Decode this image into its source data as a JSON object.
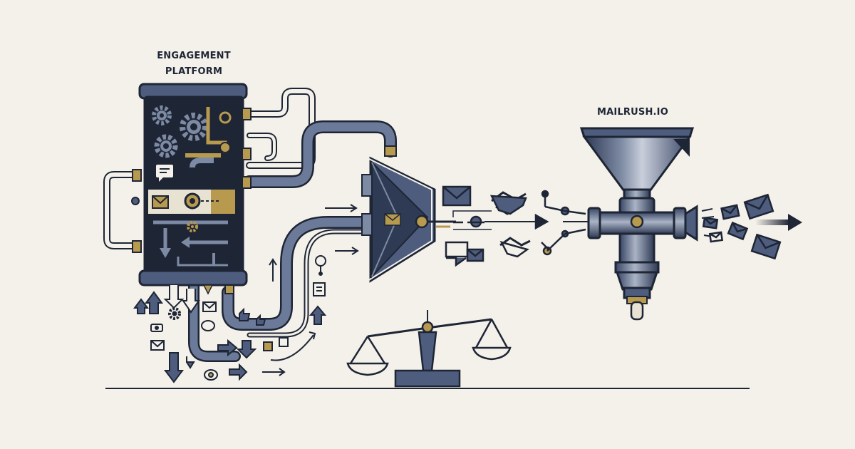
{
  "labels": {
    "engagement_line1": "ENGAGEMENT",
    "engagement_line2": "PLATFORM",
    "mailrush": "MAILRUSH.IO"
  },
  "icons": [
    "gear-icon",
    "envelope-icon",
    "handshake-icon",
    "chat-bubble-icon",
    "arrow-icon",
    "balance-scale-icon",
    "funnel-icon",
    "pipe-icon",
    "like-icon",
    "phone-icon",
    "document-icon",
    "pin-icon"
  ],
  "colors": {
    "background": "#f4f1ea",
    "navy": "#1e2535",
    "slate": "#4e5d7e",
    "steel": "#7d8aa3",
    "gold": "#b89a4e",
    "light": "#c9cfdb"
  }
}
